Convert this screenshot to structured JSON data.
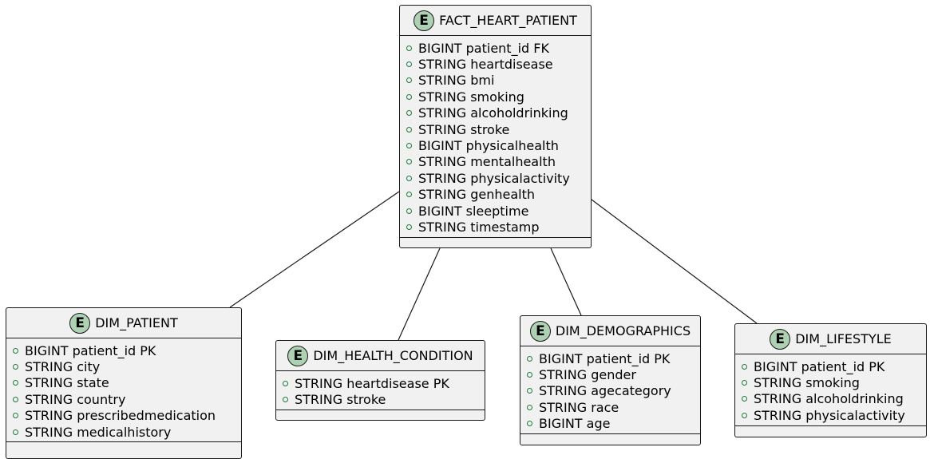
{
  "entities": {
    "fact": {
      "badge": "E",
      "name": "FACT_HEART_PATIENT",
      "fields": [
        "BIGINT patient_id FK",
        "STRING heartdisease",
        "STRING bmi",
        "STRING smoking",
        "STRING alcoholdrinking",
        "STRING stroke",
        "BIGINT physicalhealth",
        "STRING mentalhealth",
        "STRING physicalactivity",
        "STRING genhealth",
        "BIGINT sleeptime",
        "STRING timestamp"
      ]
    },
    "dim_patient": {
      "badge": "E",
      "name": "DIM_PATIENT",
      "fields": [
        "BIGINT patient_id PK",
        "STRING city",
        "STRING state",
        "STRING country",
        "STRING prescribedmedication",
        "STRING medicalhistory"
      ]
    },
    "dim_health_condition": {
      "badge": "E",
      "name": "DIM_HEALTH_CONDITION",
      "fields": [
        "STRING heartdisease PK",
        "STRING stroke"
      ]
    },
    "dim_demographics": {
      "badge": "E",
      "name": "DIM_DEMOGRAPHICS",
      "fields": [
        "BIGINT patient_id PK",
        "STRING gender",
        "STRING agecategory",
        "STRING race",
        "BIGINT age"
      ]
    },
    "dim_lifestyle": {
      "badge": "E",
      "name": "DIM_LIFESTYLE",
      "fields": [
        "BIGINT patient_id PK",
        "STRING smoking",
        "STRING alcoholdrinking",
        "STRING physicalactivity"
      ]
    }
  },
  "colors": {
    "entity_fill": "#f1f1f1",
    "badge_fill": "#add1b2",
    "border": "#181818",
    "field_marker": "#1f7a3a"
  }
}
